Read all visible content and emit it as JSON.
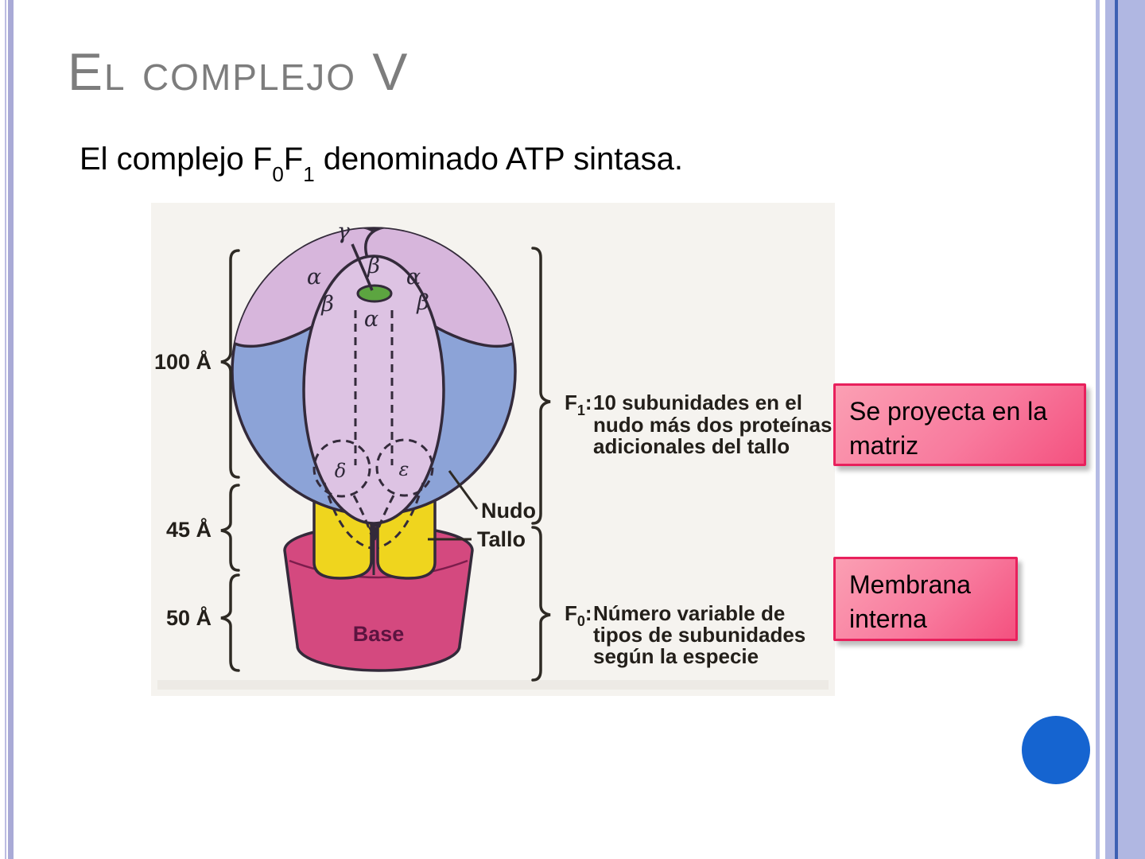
{
  "slide": {
    "title": "El complejo V",
    "subtitle": {
      "pre": "El complejo F",
      "sub0": "0",
      "mid": "F",
      "sub1": "1",
      "post": " denominado ATP sintasa."
    }
  },
  "diagram": {
    "greek": {
      "gamma": "γ",
      "beta_top": "β",
      "alpha_left": "α",
      "alpha_right": "α",
      "beta_left": "β",
      "beta_right": "β",
      "alpha_front": "α",
      "delta": "δ",
      "epsilon": "ε"
    },
    "measurements": {
      "m100": "100 Å",
      "m45": "45 Å",
      "m50": "50 Å"
    },
    "f1": {
      "label": "F",
      "sub": "1",
      "colon": ":",
      "line1": "10 subunidades en el",
      "line2": "nudo más dos proteínas",
      "line3": "adicionales del tallo"
    },
    "f0": {
      "label": "F",
      "sub": "0",
      "colon": ":",
      "line1": "Número variable de",
      "line2": "tipos de subunidades",
      "line3": "según la especie"
    },
    "part_labels": {
      "nudo": "Nudo",
      "tallo": "Tallo",
      "base": "Base"
    }
  },
  "callouts": [
    {
      "text": "Se proyecta en la matriz"
    },
    {
      "text": "Membrana interna"
    }
  ],
  "colors": {
    "title_gray": "#7d7d7d",
    "edge_band": "#b0b7e2",
    "edge_dark_line": "#3c60b3",
    "callout_fill_top": "#fb9fb3",
    "callout_fill_bottom": "#f4517f",
    "callout_border": "#e8205c",
    "blue_circle": "#1564d0",
    "ball_blue": "#8ca3d7",
    "petal_pink": "#d7b6dc",
    "front_petal_pink": "#ddc3e3",
    "knob_green": "#5ca540",
    "stalk_yellow": "#efd51e",
    "base_magenta": "#d4497f"
  }
}
